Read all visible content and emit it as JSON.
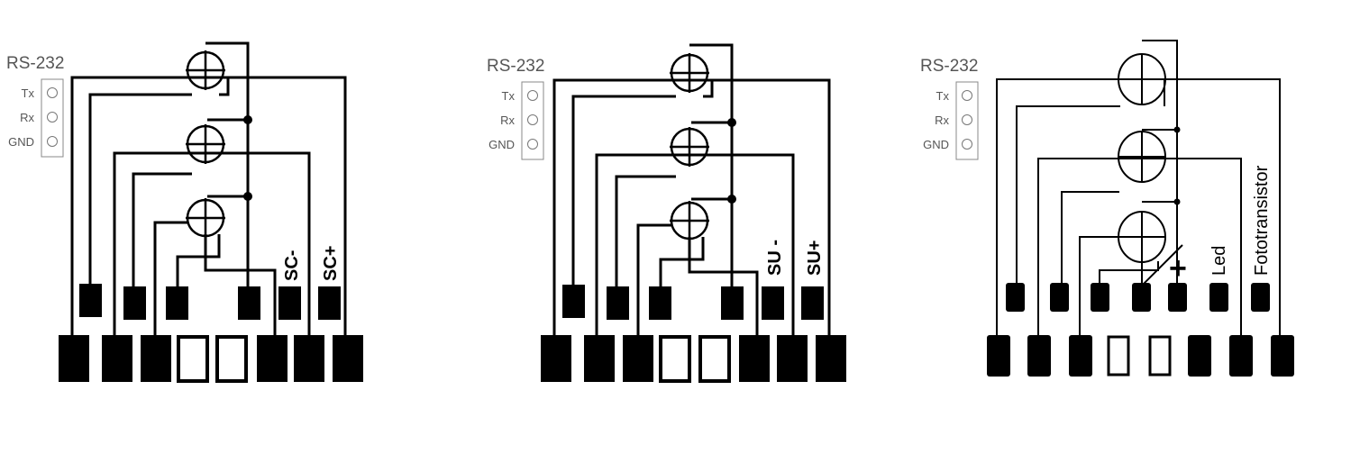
{
  "colors": {
    "ink": "#000000",
    "label_gray": "#555555",
    "background": "#ffffff"
  },
  "panels": [
    {
      "connector_title": "RS-232",
      "pins": [
        "Tx",
        "Rx",
        "GND"
      ],
      "labels": [
        "SC-",
        "SC+"
      ]
    },
    {
      "connector_title": "RS-232",
      "pins": [
        "Tx",
        "Rx",
        "GND"
      ],
      "labels": [
        "SU -",
        "SU+"
      ]
    },
    {
      "connector_title": "RS-232",
      "pins": [
        "Tx",
        "Rx",
        "GND"
      ],
      "labels": [
        "Led",
        "Fototransistor",
        "+"
      ]
    }
  ]
}
